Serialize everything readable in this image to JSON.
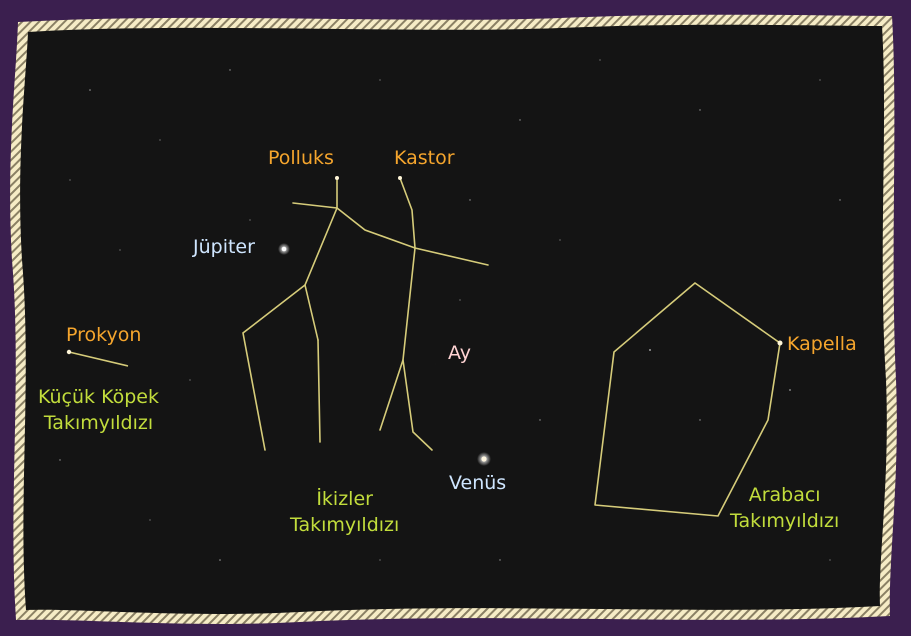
{
  "stars": {
    "pollux": "Polluks",
    "castor": "Kastor",
    "procyon": "Prokyon",
    "capella": "Kapella"
  },
  "planets": {
    "jupiter": "Jüpiter",
    "moon": "Ay",
    "venus": "Venüs"
  },
  "constellations": {
    "canis_minor": [
      "Küçük Köpek",
      "Takımyıldızı"
    ],
    "gemini": [
      "İkizler",
      "Takımyıldızı"
    ],
    "auriga": [
      "Arabacı",
      "Takımyıldızı"
    ]
  },
  "colors": {
    "page_background": "#3b1f4f",
    "sky": "#141414",
    "frame_border": "#f6ecc6",
    "constellation_lines": "#d6cc7a",
    "star_label": "#f5a52d",
    "planet_label": "#cfe6ff",
    "constellation_label": "#c2dd3c"
  }
}
